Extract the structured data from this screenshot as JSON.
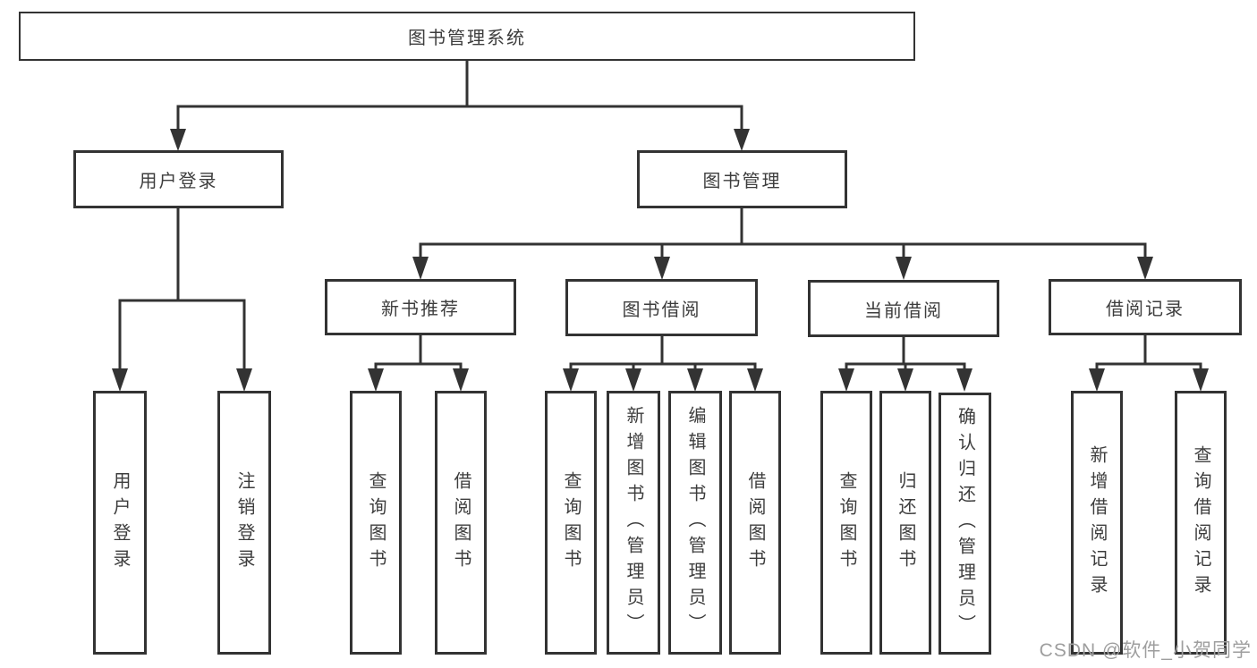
{
  "diagram": {
    "root": {
      "label": "图书管理系统"
    },
    "level1": [
      {
        "label": "用户登录"
      },
      {
        "label": "图书管理"
      }
    ],
    "level2": [
      {
        "label": "新书推荐"
      },
      {
        "label": "图书借阅"
      },
      {
        "label": "当前借阅"
      },
      {
        "label": "借阅记录"
      }
    ],
    "leaves": {
      "user_login": [
        "用户登录",
        "注销登录"
      ],
      "new_book": [
        "查询图书",
        "借阅图书"
      ],
      "book_borrow": [
        "查询图书",
        "新增图书（管理员）",
        "编辑图书（管理员）",
        "借阅图书"
      ],
      "current_borrow": [
        "查询图书",
        "归还图书",
        "确认归还（管理员）"
      ],
      "borrow_records": [
        "新增借阅记录",
        "查询借阅记录"
      ]
    },
    "colors": {
      "line": "#333333",
      "text": "#3d3d3d",
      "watermark": "#9e9e9e",
      "background": "#ffffff"
    }
  },
  "watermark": {
    "text": "CSDN @软件_小贺同学"
  }
}
